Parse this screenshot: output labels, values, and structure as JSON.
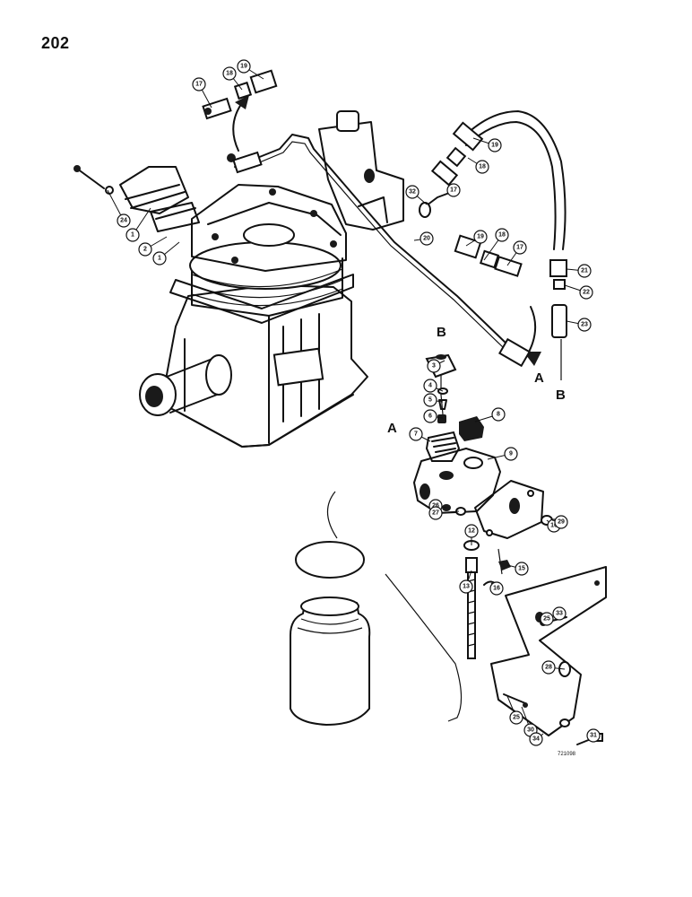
{
  "page": {
    "number": "202",
    "drawing_code": "721098"
  },
  "reference_letters": [
    "B",
    "A",
    "A",
    "B"
  ],
  "callouts": [
    "1",
    "1",
    "2",
    "3",
    "4",
    "5",
    "6",
    "7",
    "8",
    "9",
    "10",
    "12",
    "13",
    "15",
    "16",
    "17",
    "17",
    "17",
    "18",
    "18",
    "18",
    "19",
    "19",
    "19",
    "20",
    "21",
    "22",
    "23",
    "24",
    "25",
    "25",
    "26",
    "27",
    "28",
    "29",
    "30",
    "31",
    "32",
    "33",
    "34"
  ]
}
